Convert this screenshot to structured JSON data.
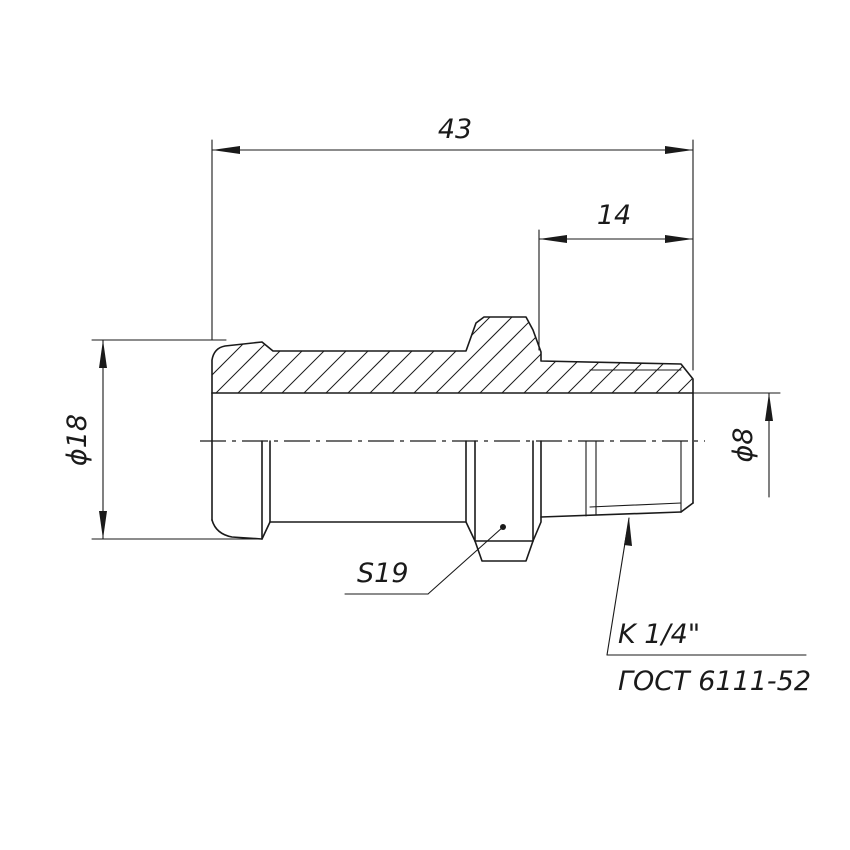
{
  "drawing": {
    "dimensions": {
      "overall_length": "43",
      "thread_length": "14",
      "outer_diameter": "ϕ18",
      "bore_diameter": "ϕ8"
    },
    "callouts": {
      "hex_size": "S19",
      "thread_designation": "K 1/4\"",
      "thread_standard": "ГОСТ 6111-52"
    }
  }
}
